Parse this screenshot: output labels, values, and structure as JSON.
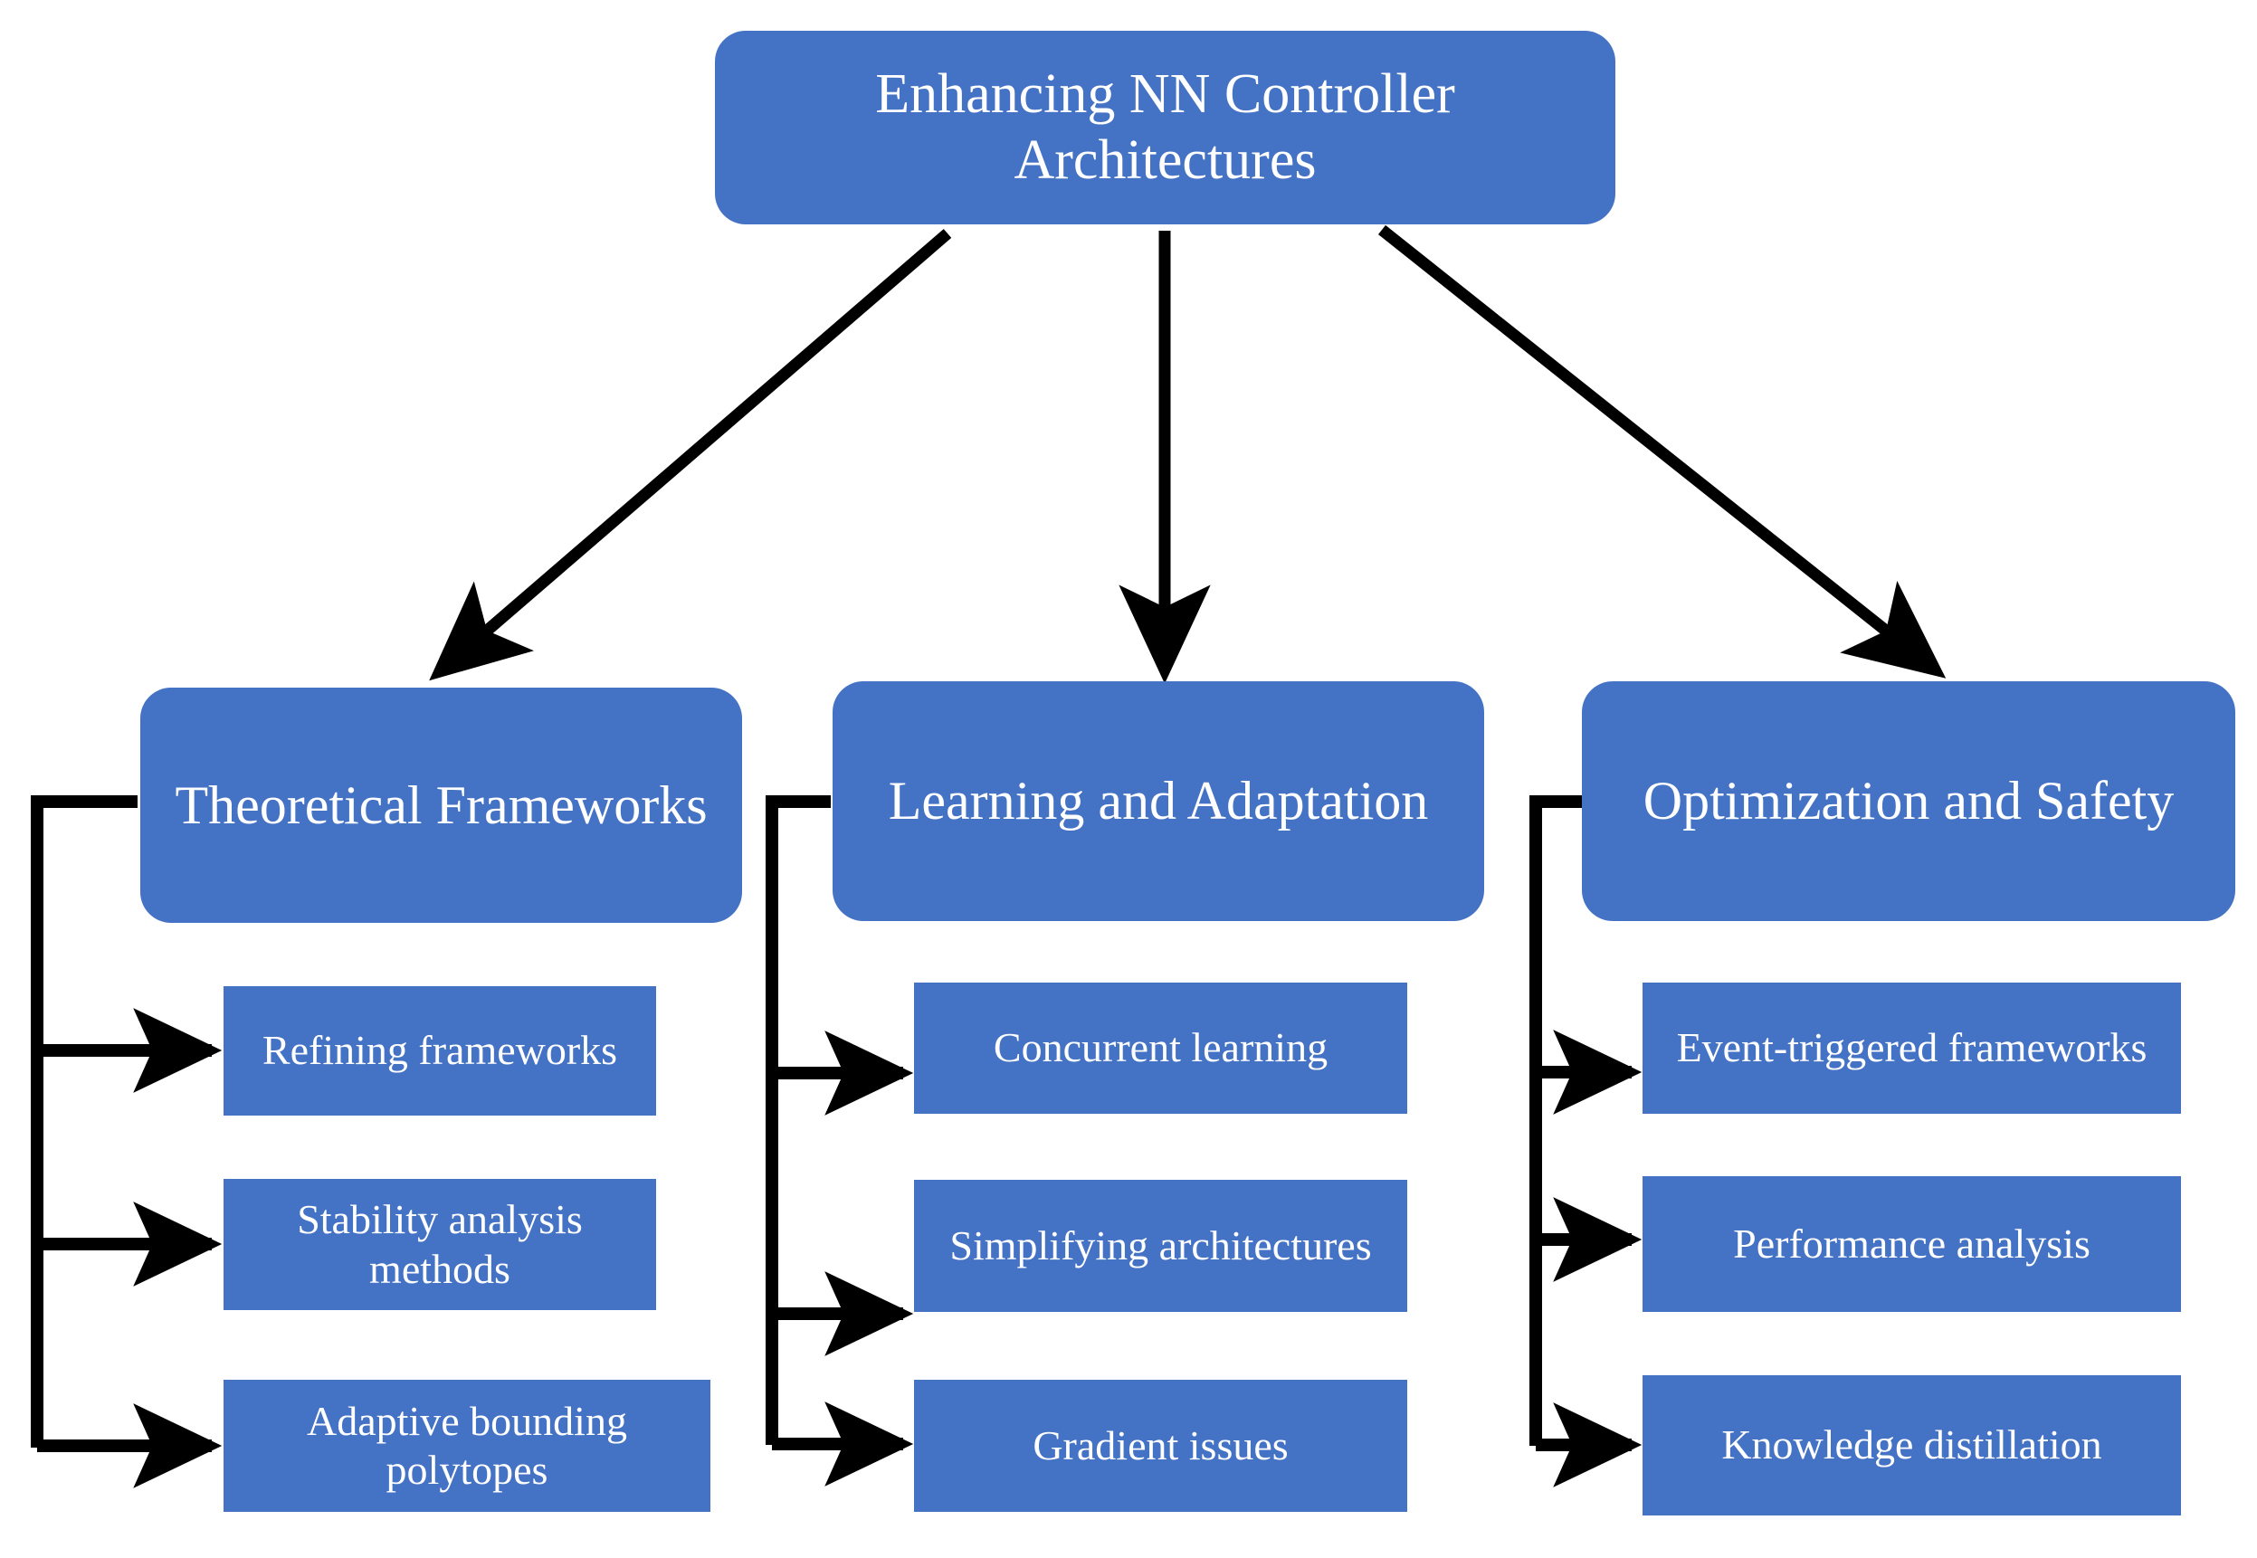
{
  "diagram": {
    "title": "Enhancing NN Controller Architectures",
    "colors": {
      "node_fill": "#4472C4",
      "node_text": "#FFFFFF",
      "connector": "#000000",
      "background": "#FFFFFF"
    },
    "root": {
      "label": "Enhancing NN Controller Architectures"
    },
    "branches": [
      {
        "label": "Theoretical Frameworks",
        "children": [
          {
            "label": "Refining frameworks"
          },
          {
            "label": "Stability analysis methods"
          },
          {
            "label": "Adaptive bounding polytopes"
          }
        ]
      },
      {
        "label": "Learning and Adaptation",
        "children": [
          {
            "label": "Concurrent learning"
          },
          {
            "label": "Simplifying architectures"
          },
          {
            "label": "Gradient issues"
          }
        ]
      },
      {
        "label": "Optimization and Safety",
        "children": [
          {
            "label": "Event-triggered frameworks"
          },
          {
            "label": "Performance analysis"
          },
          {
            "label": "Knowledge distillation"
          }
        ]
      }
    ]
  }
}
